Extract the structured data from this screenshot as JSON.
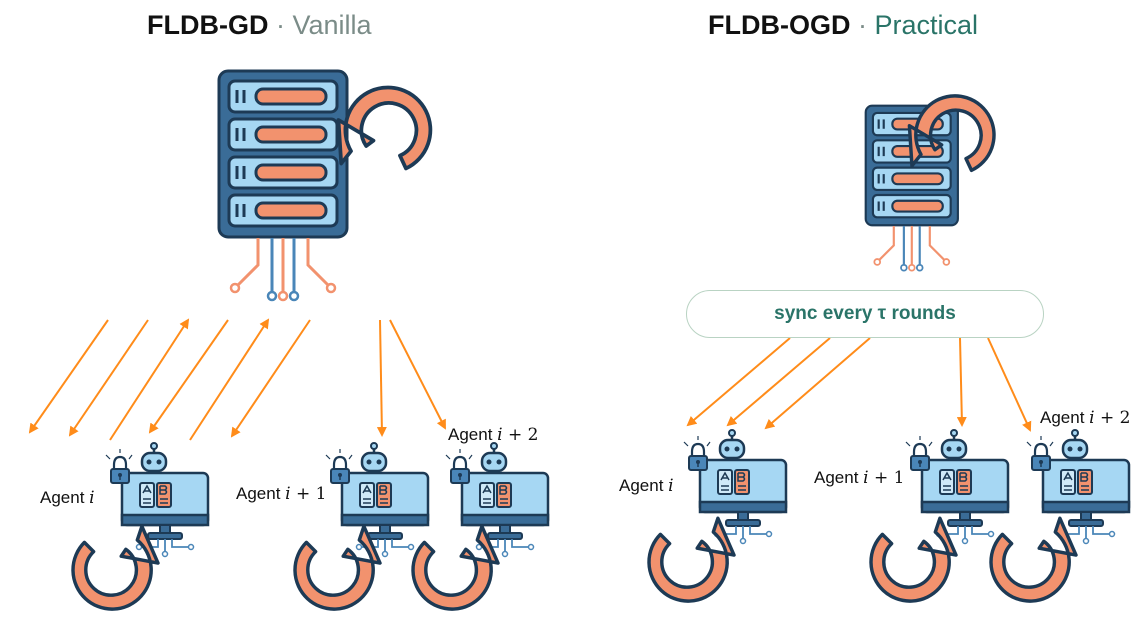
{
  "panels": {
    "left": {
      "title_bold": "FLDB-GD",
      "separator": "·",
      "title_sub": "Vanilla"
    },
    "right": {
      "title_bold": "FLDB-OGD",
      "separator": "·",
      "title_sub": "Practical"
    }
  },
  "sync_label": "sync every τ rounds",
  "agents": {
    "left": [
      {
        "prefix": "Agent ",
        "var": "i",
        "op": "",
        "num": ""
      },
      {
        "prefix": "Agent ",
        "var": "i",
        "op": " + ",
        "num": "1"
      },
      {
        "prefix": "Agent ",
        "var": "i",
        "op": " + ",
        "num": "2"
      }
    ],
    "right": [
      {
        "prefix": "Agent ",
        "var": "i",
        "op": "",
        "num": ""
      },
      {
        "prefix": "Agent ",
        "var": "i",
        "op": " + ",
        "num": "1"
      },
      {
        "prefix": "Agent ",
        "var": "i",
        "op": " + ",
        "num": "2"
      }
    ]
  },
  "colors": {
    "arrow": "#ff8c1a",
    "cycle_fill": "#f2926e",
    "server_body": "#3a6c97",
    "server_dark": "#1d3a55",
    "slot_fill": "#a6d7f3",
    "sync_text": "#2a7468",
    "vanilla_text": "#7b8c88"
  }
}
